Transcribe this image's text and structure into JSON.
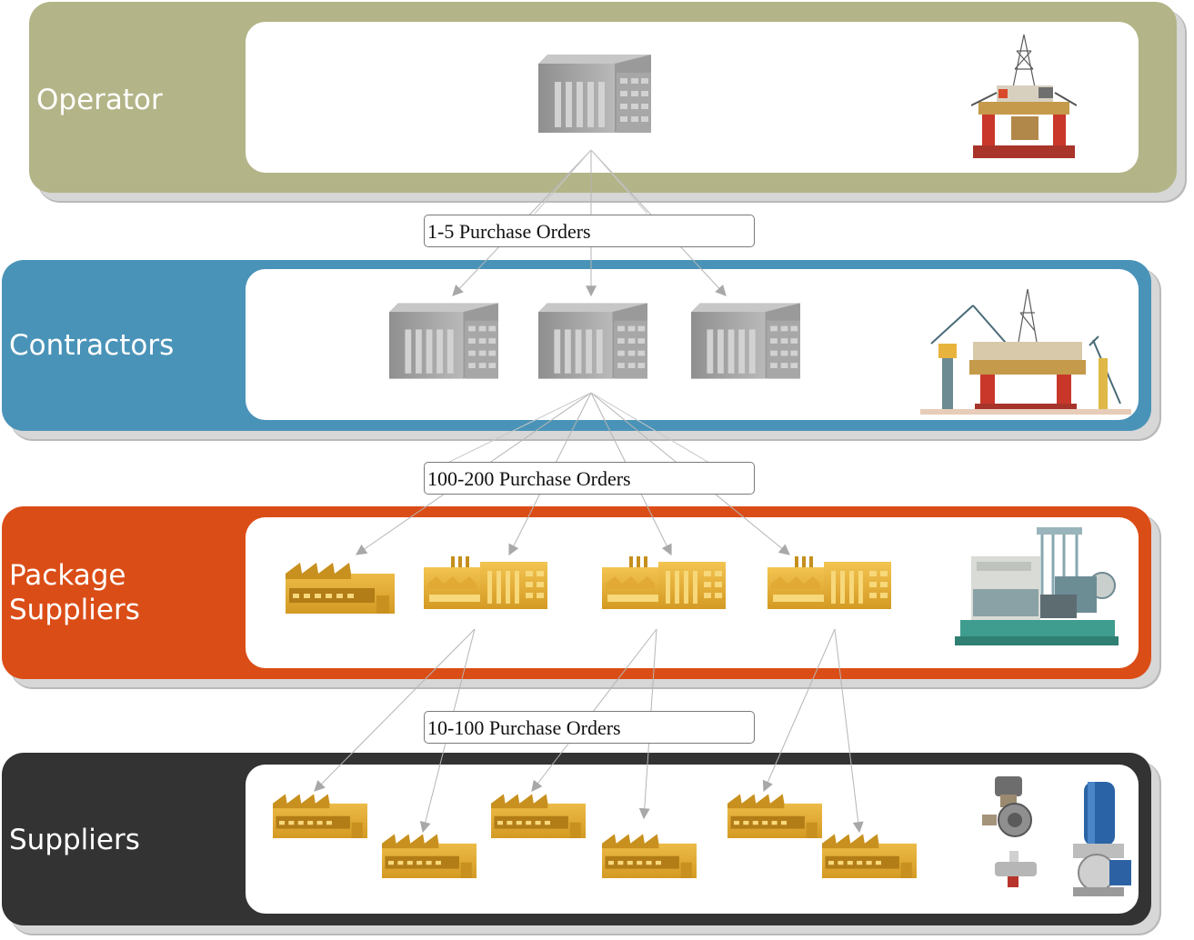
{
  "tiers": [
    {
      "title": "Operator",
      "color": "#b3b487"
    },
    {
      "title": "Contractors",
      "color": "#4a93b8"
    },
    {
      "title": "Package\nSuppliers",
      "color": "#db4d17"
    },
    {
      "title": "Suppliers",
      "color": "#333333"
    }
  ],
  "flows": [
    {
      "label": "1-5 Purchase Orders"
    },
    {
      "label": "100-200 Purchase Orders"
    },
    {
      "label": "10-100 Purchase Orders"
    }
  ],
  "icons": {
    "office": "office-building-icon",
    "plant": "industrial-plant-icon",
    "factory": "factory-icon",
    "photos": [
      "semi-submersible-rig-photo",
      "shipyard-cranes-photo",
      "compressor-package-photo",
      "valves-and-pump-photo"
    ]
  }
}
